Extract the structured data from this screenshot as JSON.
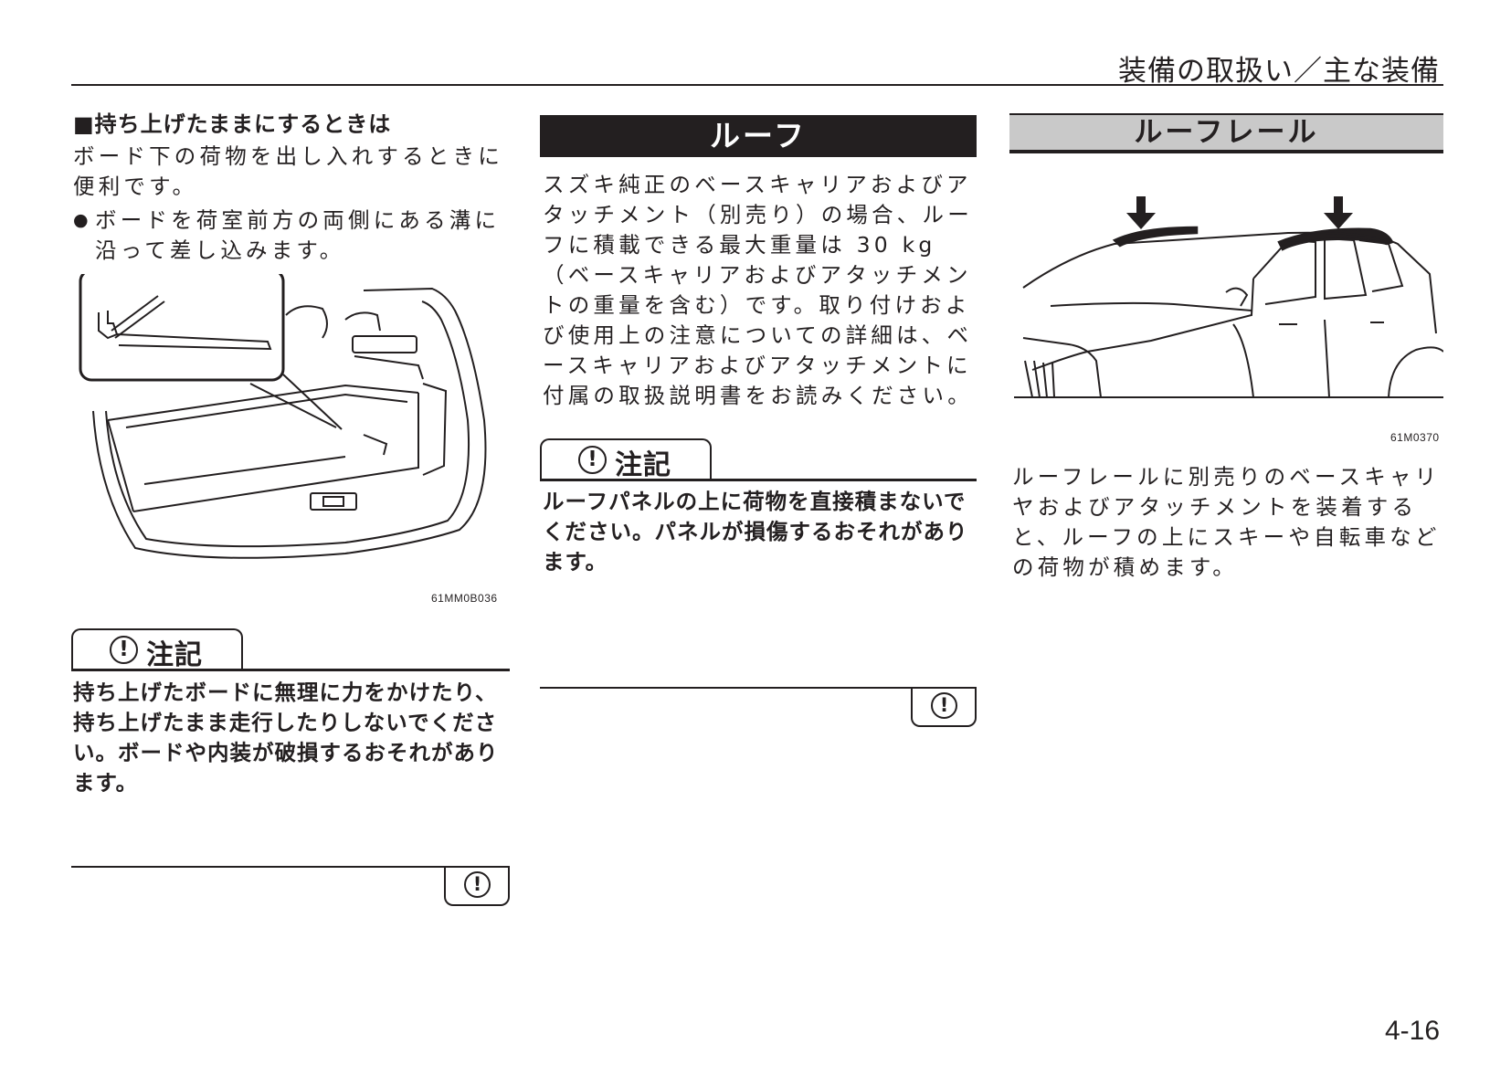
{
  "header": {
    "title": "装備の取扱い／主な装備"
  },
  "left": {
    "heading": "■持ち上げたままにするときは",
    "intro": "ボード下の荷物を出し入れするときに便利です。",
    "bullet": "ボードを荷室前方の両側にある溝に沿って差し込みます。",
    "figure_code": "61MM0B036",
    "caution": {
      "label": "注記",
      "icon": "exclamation-circle-icon",
      "text": "持ち上げたボードに無理に力をかけたり、持ち上げたまま走行したりしないでください。ボードや内装が破損するおそれがあります。"
    }
  },
  "middle": {
    "section_title": "ルーフ",
    "body": "スズキ純正のベースキャリアおよびアタッチメント（別売り）の場合、ルーフに積載できる最大重量は 30 kg（ベースキャリアおよびアタッチメントの重量を含む）です。取り付けおよび使用上の注意についての詳細は、ベースキャリアおよびアタッチメントに付属の取扱説明書をお読みください。",
    "caution": {
      "label": "注記",
      "icon": "exclamation-circle-icon",
      "text": "ルーフパネルの上に荷物を直接積まないでください。パネルが損傷するおそれがあります。"
    }
  },
  "right": {
    "section_title": "ルーフレール",
    "figure_code": "61M0370",
    "body": "ルーフレールに別売りのベースキャリヤおよびアタッチメントを装着すると、ルーフの上にスキーや自転車などの荷物が積めます。"
  },
  "page_number": "4-16",
  "colors": {
    "ink": "#231f20",
    "band_gray": "#c9c9c9"
  }
}
